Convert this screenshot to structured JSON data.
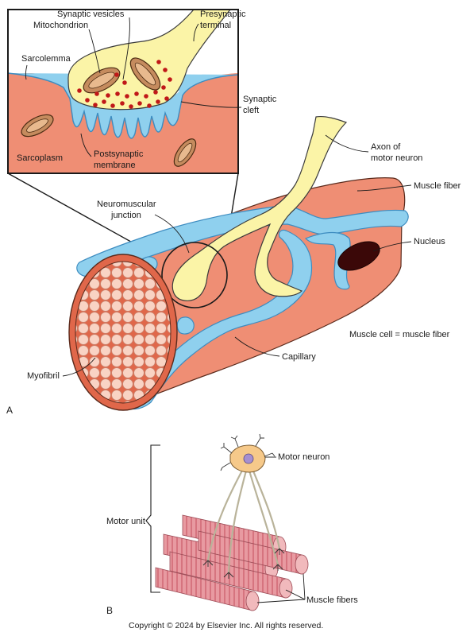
{
  "panel_a": {
    "letter": "A",
    "inset": {
      "synaptic_vesicles": "Synaptic vesicles",
      "mitochondrion": "Mitochondrion",
      "presynaptic_terminal": [
        "Presynaptic",
        "terminal"
      ],
      "sarcolemma": "Sarcolemma",
      "synaptic_cleft": [
        "Synaptic",
        "cleft"
      ],
      "sarcoplasm": "Sarcoplasm",
      "postsynaptic_membrane": [
        "Postsynaptic",
        "membrane"
      ]
    },
    "axon_of_motor_neuron": [
      "Axon of",
      "motor neuron"
    ],
    "muscle_fiber": "Muscle fiber",
    "neuromuscular_junction": [
      "Neuromuscular",
      "junction"
    ],
    "nucleus": "Nucleus",
    "myofibril": "Myofibril",
    "capillary": "Capillary",
    "note": "Muscle cell = muscle fiber"
  },
  "panel_b": {
    "letter": "B",
    "motor_neuron": "Motor neuron",
    "motor_unit": "Motor unit",
    "muscle_fibers": "Muscle fibers"
  },
  "copyright": "Copyright © 2024 by Elsevier Inc. All rights reserved.",
  "colors": {
    "muscle": "#ef8e74",
    "muscle_dark": "#e0674a",
    "capillary": "#8fd0ee",
    "capillary_edge": "#3d8cc0",
    "nerve": "#fbf4a7",
    "myofibril": "#f9d2c4",
    "nucleus": "#3b0808",
    "vesicle": "#c01818",
    "fiber_pink": "#e8a3a7"
  }
}
